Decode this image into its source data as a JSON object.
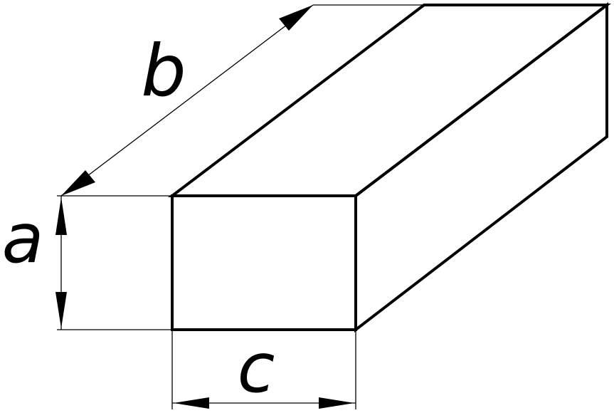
{
  "labels": {
    "length": "b",
    "height": "a",
    "width": "c"
  },
  "colors": {
    "line": "#000000",
    "background": "#ffffff"
  }
}
